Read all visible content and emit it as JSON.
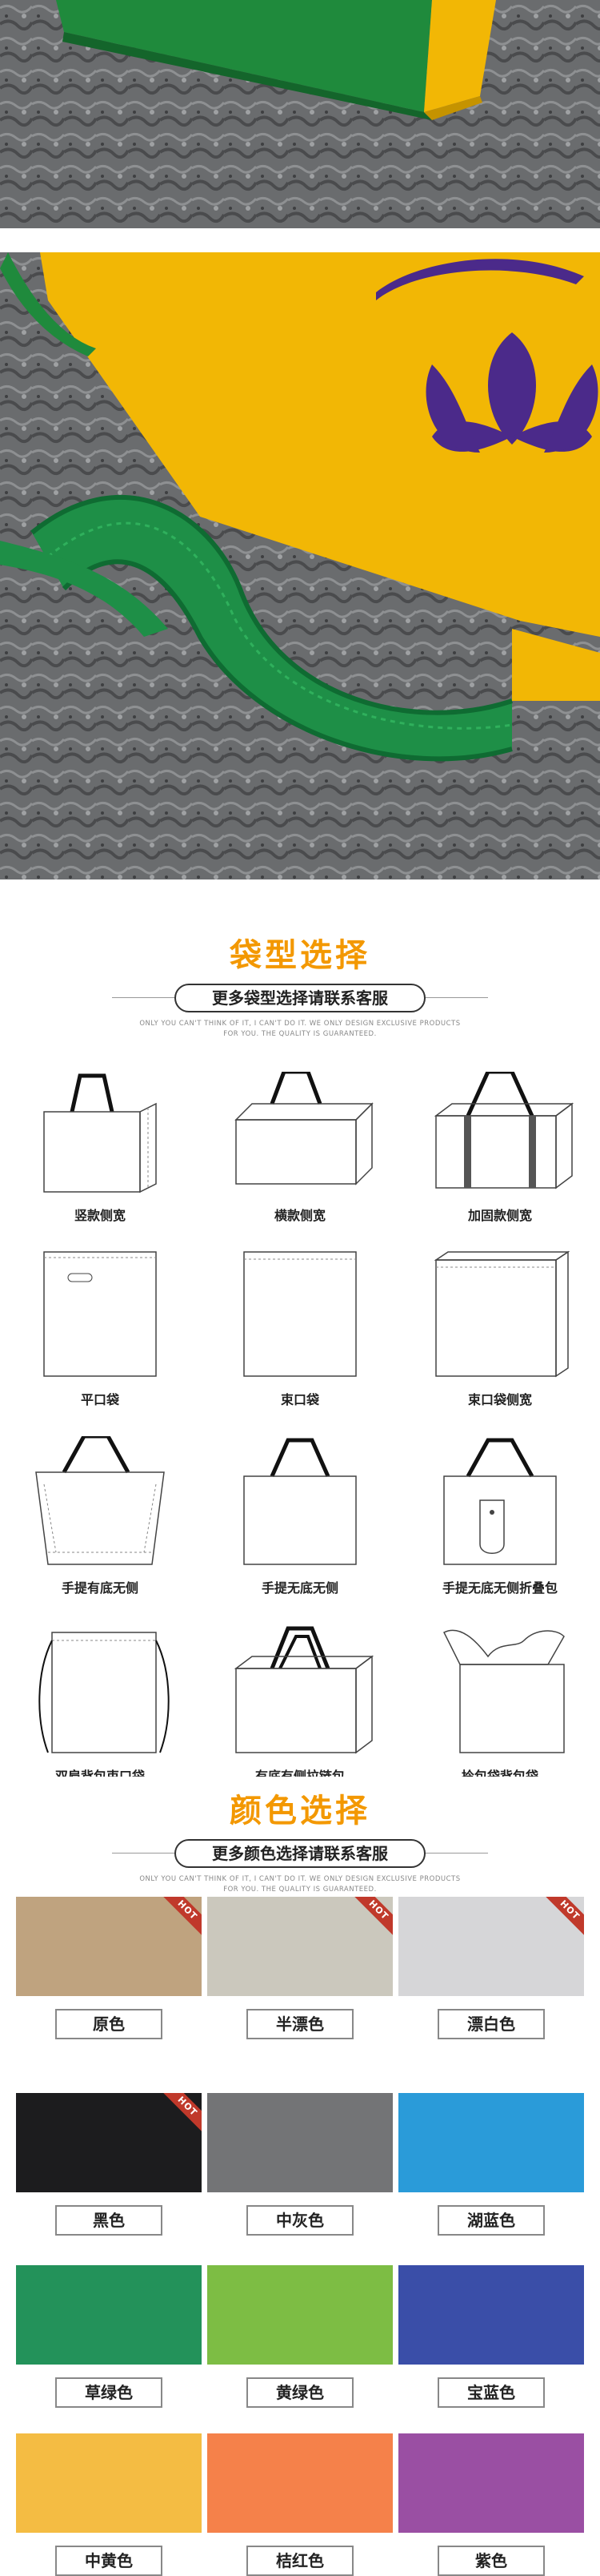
{
  "bag_section": {
    "title": "袋型选择",
    "pill": "更多袋型选择请联系客服",
    "sub1": "ONLY YOU CAN'T THINK OF IT, I CAN'T DO IT. WE ONLY DESIGN EXCLUSIVE PRODUCTS",
    "sub2": "FOR YOU. THE QUALITY IS GUARANTEED.",
    "bags": [
      {
        "label": "竖款侧宽",
        "icon": "vertical-side-width-bag-icon"
      },
      {
        "label": "横款侧宽",
        "icon": "horizontal-side-width-bag-icon"
      },
      {
        "label": "加固款侧宽",
        "icon": "reinforced-side-width-bag-icon"
      },
      {
        "label": "平口袋",
        "icon": "flat-die-cut-bag-icon"
      },
      {
        "label": "束口袋",
        "icon": "drawstring-flat-bag-icon"
      },
      {
        "label": "束口袋侧宽",
        "icon": "drawstring-side-width-bag-icon"
      },
      {
        "label": "手提有底无侧",
        "icon": "handle-bottom-no-side-bag-icon"
      },
      {
        "label": "手提无底无侧",
        "icon": "handle-no-bottom-no-side-bag-icon"
      },
      {
        "label": "手提无底无侧折叠包",
        "icon": "foldable-handle-bag-icon"
      },
      {
        "label": "双肩背包束口袋",
        "icon": "drawstring-backpack-icon"
      },
      {
        "label": "有底有侧拉链包",
        "icon": "zipper-bag-icon"
      },
      {
        "label": "拎包袋背包袋",
        "icon": "tote-backpack-bag-icon"
      }
    ]
  },
  "color_section": {
    "title": "颜色选择",
    "pill": "更多颜色选择请联系客服",
    "sub1": "ONLY YOU CAN'T THINK OF IT, I CAN'T DO IT. WE ONLY DESIGN EXCLUSIVE PRODUCTS",
    "sub2": "FOR YOU. THE QUALITY IS GUARANTEED.",
    "hot_label": "HOT",
    "colors": [
      {
        "label": "原色",
        "hex": "#bfa37f",
        "hot": true
      },
      {
        "label": "半漂色",
        "hex": "#cbc8bd",
        "hot": true
      },
      {
        "label": "漂白色",
        "hex": "#d6d6d8",
        "hot": true
      },
      {
        "label": "黑色",
        "hex": "#1c1c1e",
        "hot": true
      },
      {
        "label": "中灰色",
        "hex": "#737476",
        "hot": false
      },
      {
        "label": "湖蓝色",
        "hex": "#2a9bd9",
        "hot": false
      },
      {
        "label": "草绿色",
        "hex": "#23925a",
        "hot": false
      },
      {
        "label": "黄绿色",
        "hex": "#7dbd44",
        "hot": false
      },
      {
        "label": "宝蓝色",
        "hex": "#3a4ea8",
        "hot": false
      },
      {
        "label": "中黄色",
        "hex": "#f4bc43",
        "hot": false
      },
      {
        "label": "桔红色",
        "hex": "#f5814a",
        "hot": false
      },
      {
        "label": "紫色",
        "hex": "#9a4fa3",
        "hot": false
      }
    ]
  }
}
